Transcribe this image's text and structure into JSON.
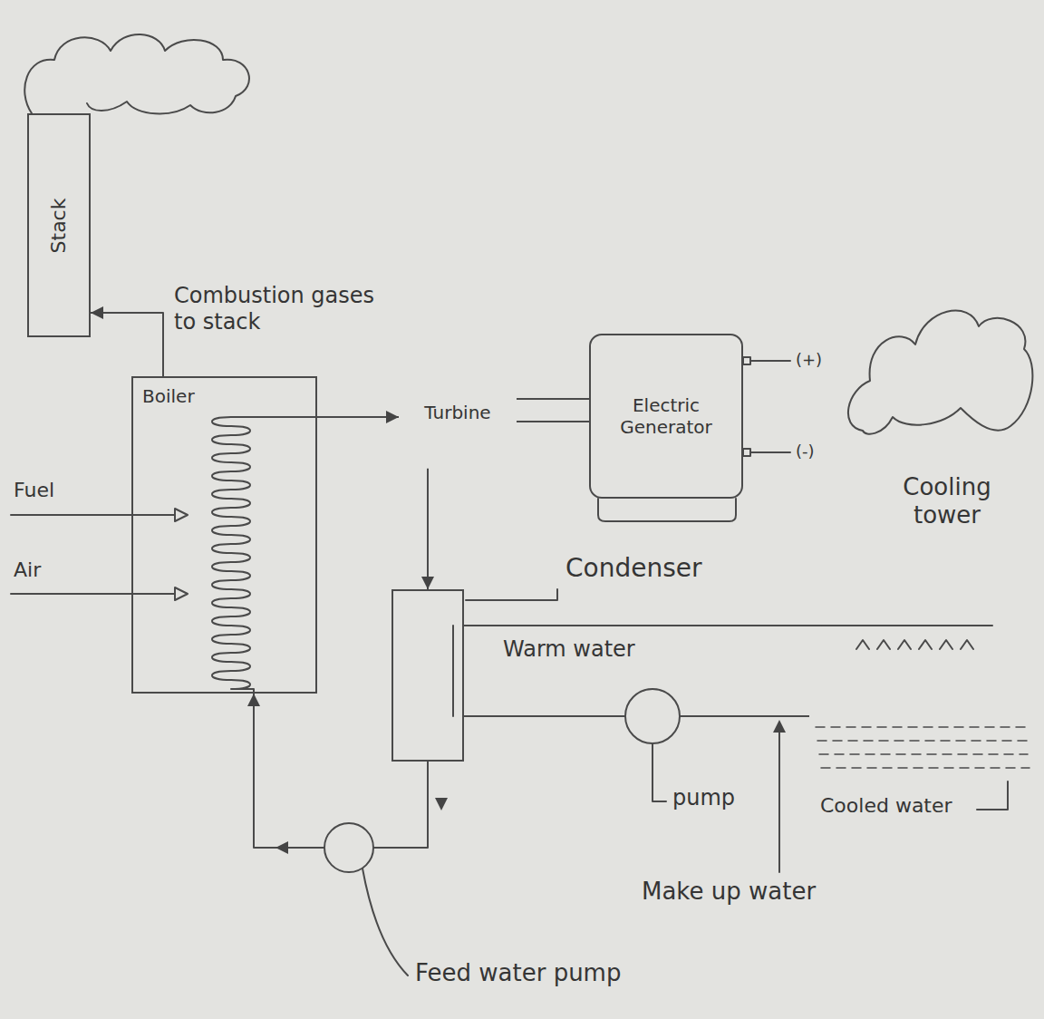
{
  "diagram": {
    "nodes": [
      {
        "text": [
          "Stack"
        ]
      },
      {
        "text": [
          "Boiler"
        ]
      },
      {
        "text": [
          "Turbine"
        ]
      },
      {
        "text": [
          "Electric Generator"
        ]
      },
      {
        "text": [
          "Cooling tower"
        ]
      },
      {
        "text": [
          "Condenser"
        ]
      }
    ],
    "edges": [
      {
        "from": 1,
        "to": 0,
        "arrow": "to",
        "label": "Combustion gases to stack"
      },
      {
        "from": 1,
        "to": 2,
        "arrow": "to"
      },
      {
        "from": 2,
        "to": 3,
        "arrow": "none"
      },
      {
        "from": 2,
        "to": 5,
        "arrow": "to"
      },
      {
        "from": 5,
        "to": 1,
        "arrow": "to"
      },
      {
        "from": 5,
        "to": 4,
        "arrow": "none",
        "label": "Warm water"
      },
      {
        "from": 4,
        "to": 5,
        "arrow": "none"
      }
    ],
    "labels": [
      "Fuel",
      "Air",
      "(+)",
      "(-)",
      "pump",
      "Cooled water",
      "Make up water",
      "Feed water pump"
    ]
  }
}
